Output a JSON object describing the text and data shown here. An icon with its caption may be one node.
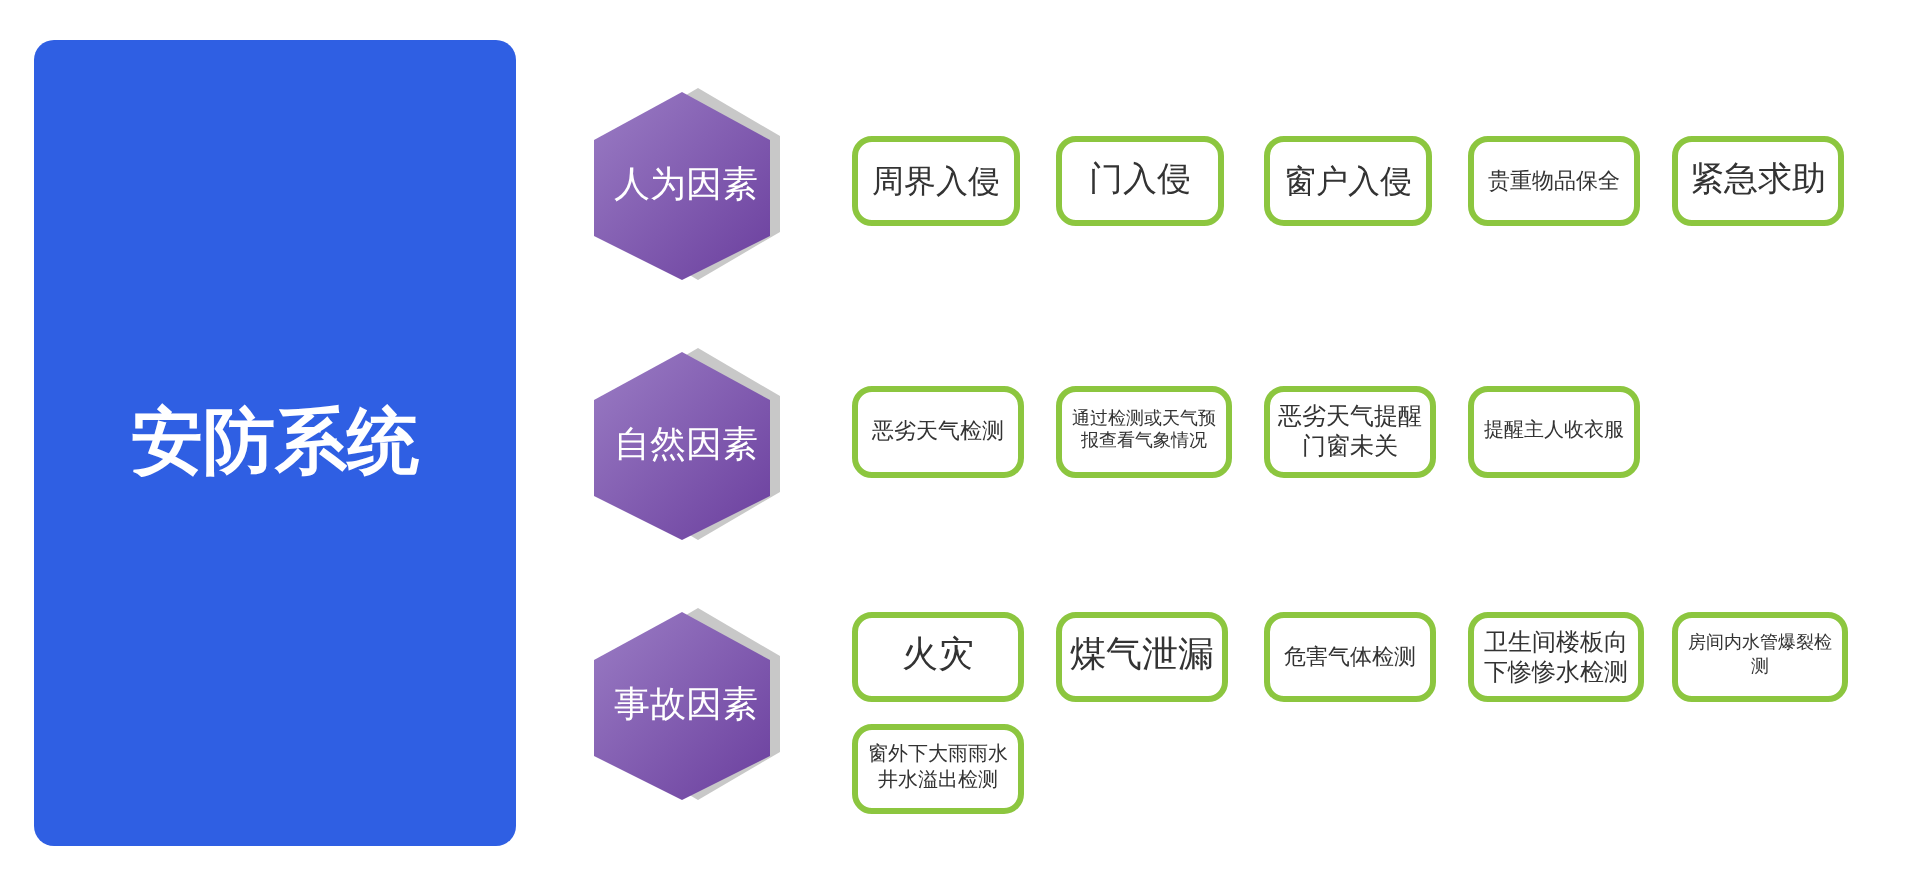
{
  "diagram": {
    "nodes": [
      {
        "text": [
          "安防系统"
        ]
      },
      {
        "text": [
          "人为因素"
        ]
      },
      {
        "text": [
          "周界入侵"
        ]
      },
      {
        "text": [
          "门入侵"
        ]
      },
      {
        "text": [
          "窗户入侵"
        ]
      },
      {
        "text": [
          "贵重物品保全"
        ]
      },
      {
        "text": [
          "紧急求助"
        ]
      },
      {
        "text": [
          "自然因素"
        ]
      },
      {
        "text": [
          "恶劣天气检测"
        ]
      },
      {
        "text": [
          "通过检测或天气预报查看气象情况"
        ]
      },
      {
        "text": [
          "恶劣天气提醒门窗未关"
        ]
      },
      {
        "text": [
          "提醒主人收衣服"
        ]
      },
      {
        "text": [
          "事故因素"
        ]
      },
      {
        "text": [
          "火灾"
        ]
      },
      {
        "text": [
          "煤气泄漏"
        ]
      },
      {
        "text": [
          "危害气体检测"
        ]
      },
      {
        "text": [
          "卫生间楼板向下惨惨水检测"
        ]
      },
      {
        "text": [
          "房间内水管爆裂检测"
        ]
      },
      {
        "text": [
          "窗外下大雨雨水井水溢出检测"
        ]
      }
    ],
    "edges": []
  }
}
